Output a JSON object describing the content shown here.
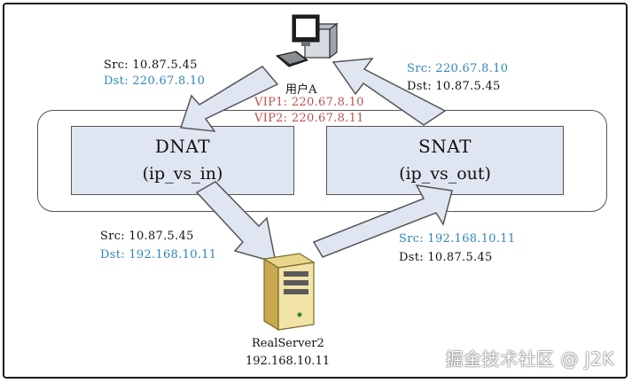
{
  "client": {
    "name": "用户A",
    "vip1": "VIP1: 220.67.8.10",
    "vip2": "VIP2: 220.67.8.11"
  },
  "dnat": {
    "title": "DNAT",
    "subtitle": "(ip_vs_in)"
  },
  "snat": {
    "title": "SNAT",
    "subtitle": "(ip_vs_out)"
  },
  "request_in": {
    "src": "Src: 10.87.5.45",
    "dst": "Dst: 220.67.8.10"
  },
  "response_out": {
    "src": "Src: 220.67.8.10",
    "dst": "Dst: 10.87.5.45"
  },
  "request_forward": {
    "src": "Src: 10.87.5.45",
    "dst": "Dst: 192.168.10.11"
  },
  "response_back": {
    "src": "Src: 192.168.10.11",
    "dst": "Dst: 10.87.5.45"
  },
  "server": {
    "name": "RealServer2",
    "ip": "192.168.10.11"
  },
  "watermark": "掘金技术社区 @ J2K",
  "colors": {
    "box_fill": "#dfe6f1",
    "arrow_fill": "#dfe6f1",
    "dst_blue": "#2f86b8",
    "vip_red": "#c0504d"
  }
}
